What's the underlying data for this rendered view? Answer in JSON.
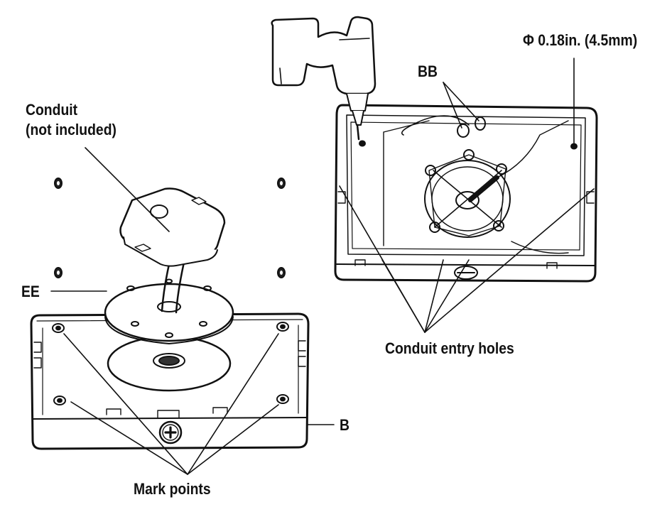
{
  "labels": {
    "drill_spec": "Φ 0.18in. (4.5mm)",
    "bb": "BB",
    "conduit_line1": "Conduit",
    "conduit_line2": "(not included)",
    "ee": "EE",
    "conduit_entry_holes": "Conduit entry holes",
    "b": "B",
    "mark_points": "Mark points"
  },
  "colors": {
    "line": "#111111",
    "background": "#ffffff"
  },
  "icons": [
    "drill-icon",
    "screw-icon"
  ]
}
